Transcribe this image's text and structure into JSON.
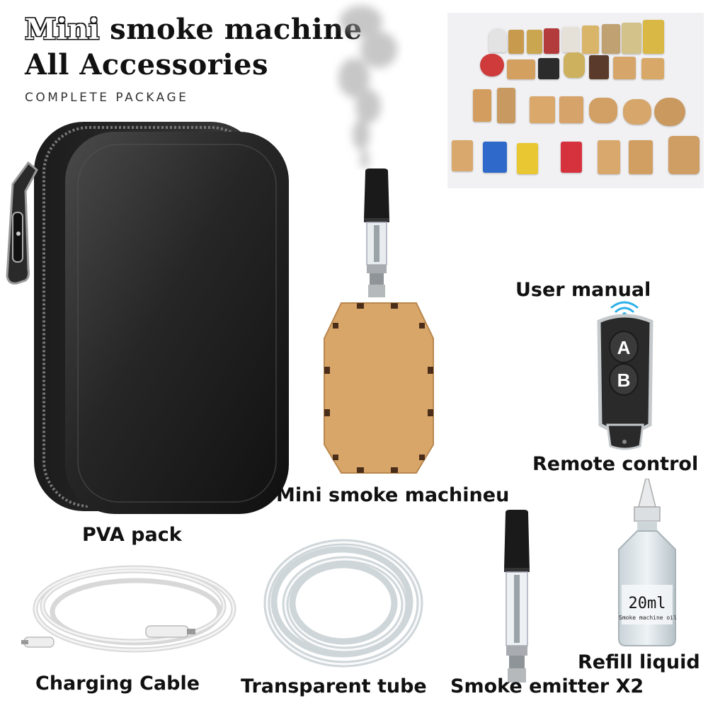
{
  "header": {
    "title_highlight": "Mini",
    "title_rest": " smoke machine",
    "title_line2": "All Accessories",
    "subtitle": "COMPLETE PACKAGE"
  },
  "labels": {
    "pva_pack": "PVA pack",
    "mini_machine": "Mini smoke machineu",
    "user_manual": "User manual",
    "remote_control": "Remote control",
    "charging_cable": "Charging Cable",
    "transparent_tube": "Transparent tube",
    "smoke_emitter": "Smoke emitter X2",
    "refill_liquid": "Refill liquid"
  },
  "remote": {
    "button_a": "A",
    "button_b": "B"
  },
  "bottle": {
    "volume": "20ml",
    "caption": "Smoke machine oil"
  },
  "colors": {
    "case": "#2a2a2a",
    "wood": "#d9a66a",
    "metal": "#b8bcc0",
    "wifi": "#2bb0e8"
  }
}
